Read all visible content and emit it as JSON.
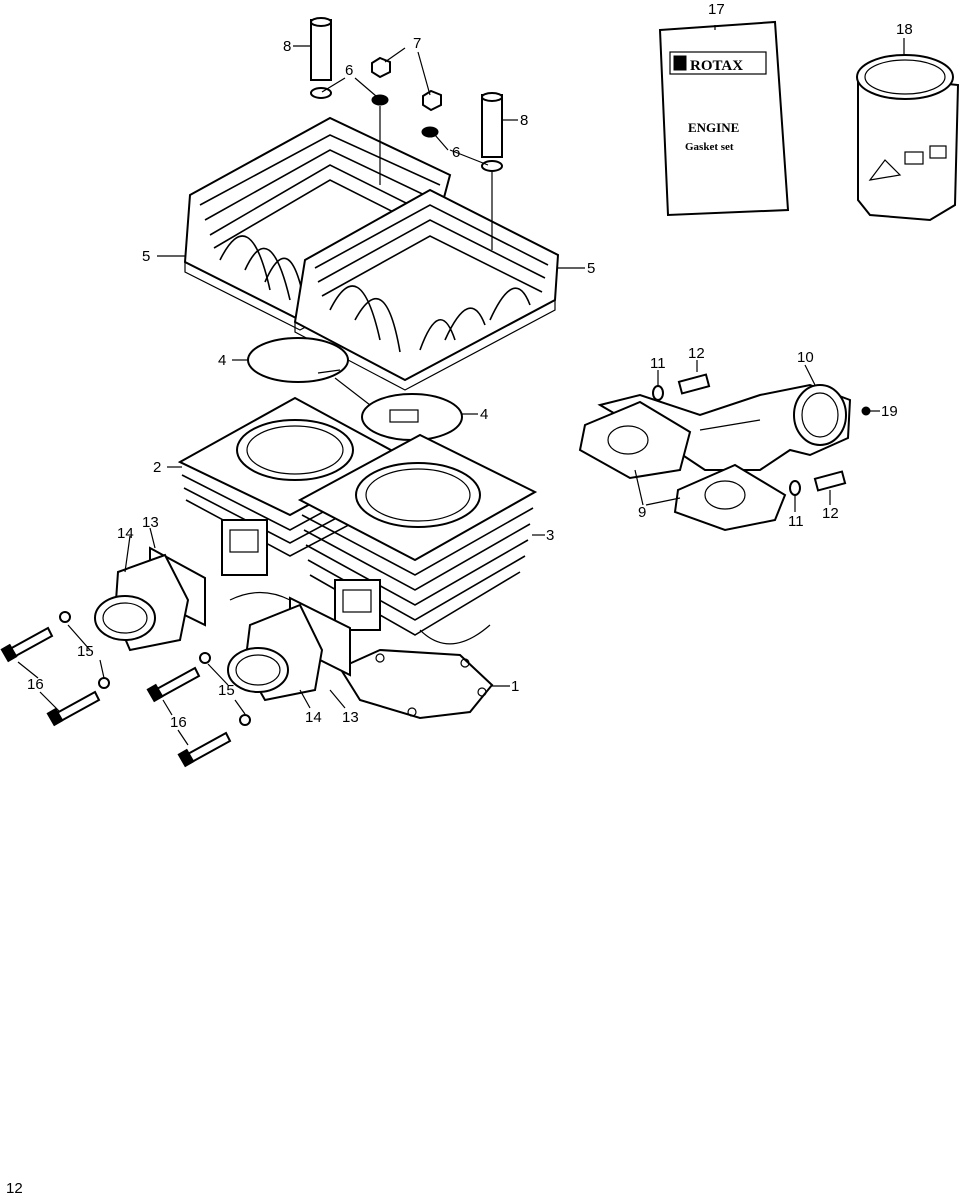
{
  "page": {
    "number": "12"
  },
  "diagram": {
    "booklet": {
      "brand": "ROTAX",
      "title": "ENGINE",
      "subtitle": "Gasket set"
    },
    "callouts": {
      "p1": "1",
      "p2": "2",
      "p3": "3",
      "p4a": "4",
      "p4b": "4",
      "p5a": "5",
      "p5b": "5",
      "p6a": "6",
      "p6b": "6",
      "p7": "7",
      "p8a": "8",
      "p8b": "8",
      "p9": "9",
      "p10": "10",
      "p11a": "11",
      "p11b": "11",
      "p12a": "12",
      "p12b": "12",
      "p13a": "13",
      "p13b": "13",
      "p14a": "14",
      "p14b": "14",
      "p15a": "15",
      "p15b": "15",
      "p16a": "16",
      "p16b": "16",
      "p17": "17",
      "p18": "18",
      "p19": "19"
    }
  }
}
